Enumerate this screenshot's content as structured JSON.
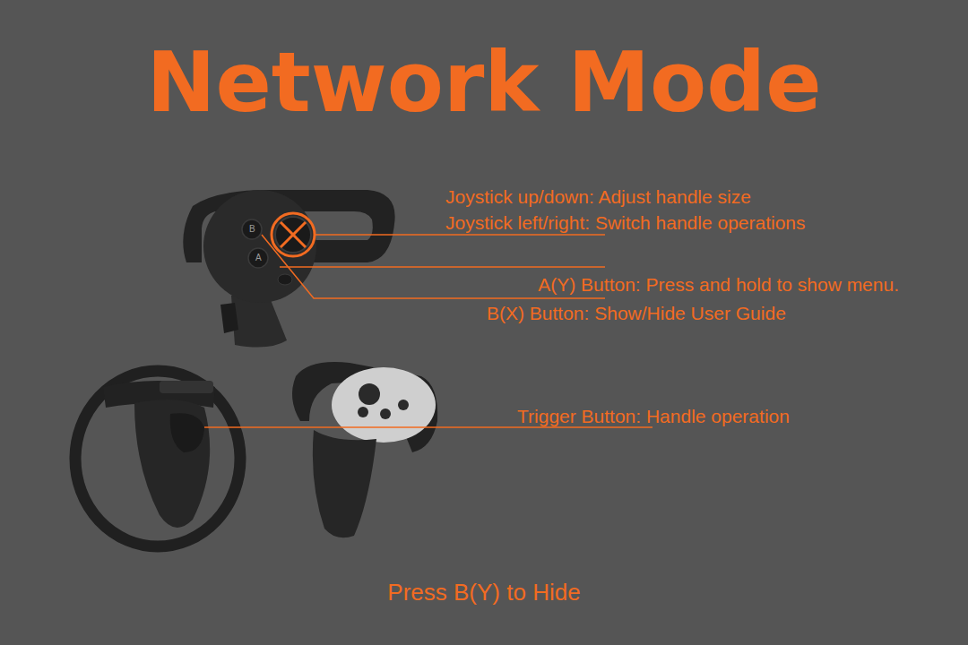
{
  "diagram": {
    "title": "Network Mode",
    "caption": "Press B(Y) to Hide",
    "labels": [
      "Joystick up/down: Adjust handle size",
      "Joystick left/right: Switch handle operations",
      "A(Y) Button: Press and hold to show menu.",
      "B(X) Button: Show/Hide User Guide",
      "Trigger Button: Handle operation",
      "B",
      "A"
    ]
  }
}
